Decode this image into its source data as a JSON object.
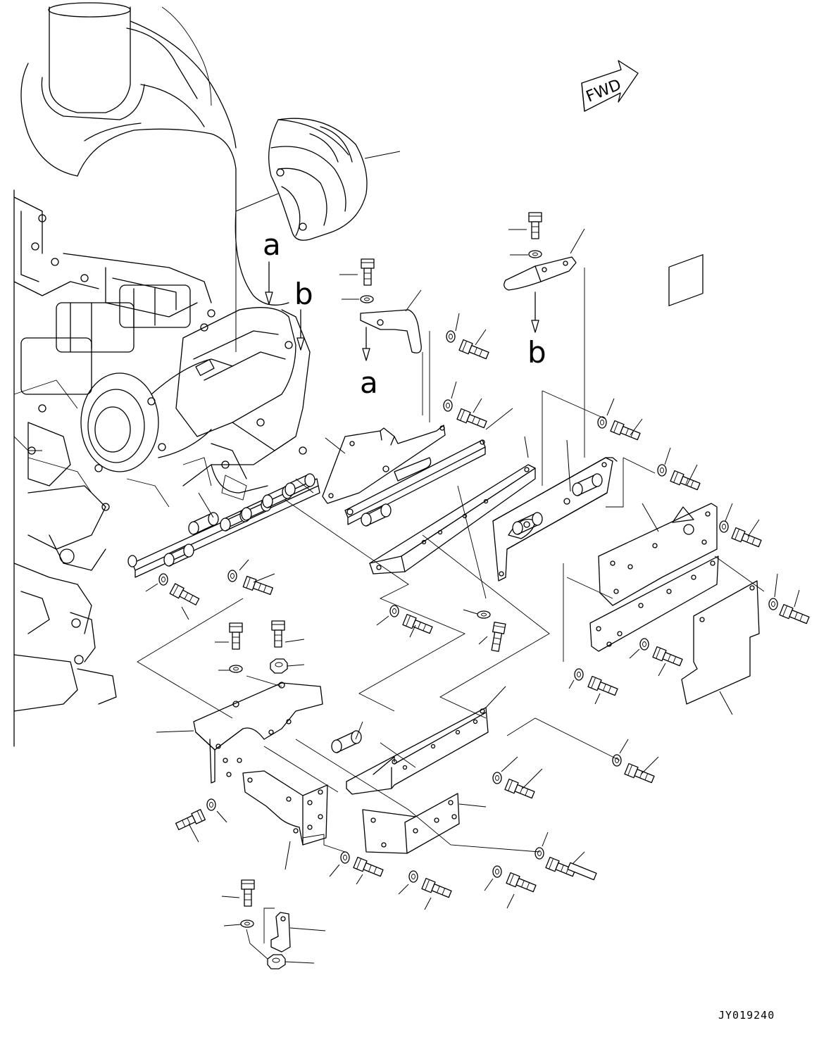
{
  "direction_marker": {
    "text": "FWD"
  },
  "view_labels": [
    {
      "id": "a",
      "text": "a"
    },
    {
      "id": "a",
      "text": "a"
    },
    {
      "id": "b",
      "text": "b"
    },
    {
      "id": "b",
      "text": "b"
    }
  ],
  "drawing_code": "JY019240",
  "icons": [
    "engine-outline-icon",
    "heat-shield-cover-icon",
    "bracket-icon",
    "bolt-icon",
    "washer-icon",
    "nut-icon",
    "spacer-collar-icon",
    "cover-plate-icon",
    "direction-arrow-icon"
  ]
}
